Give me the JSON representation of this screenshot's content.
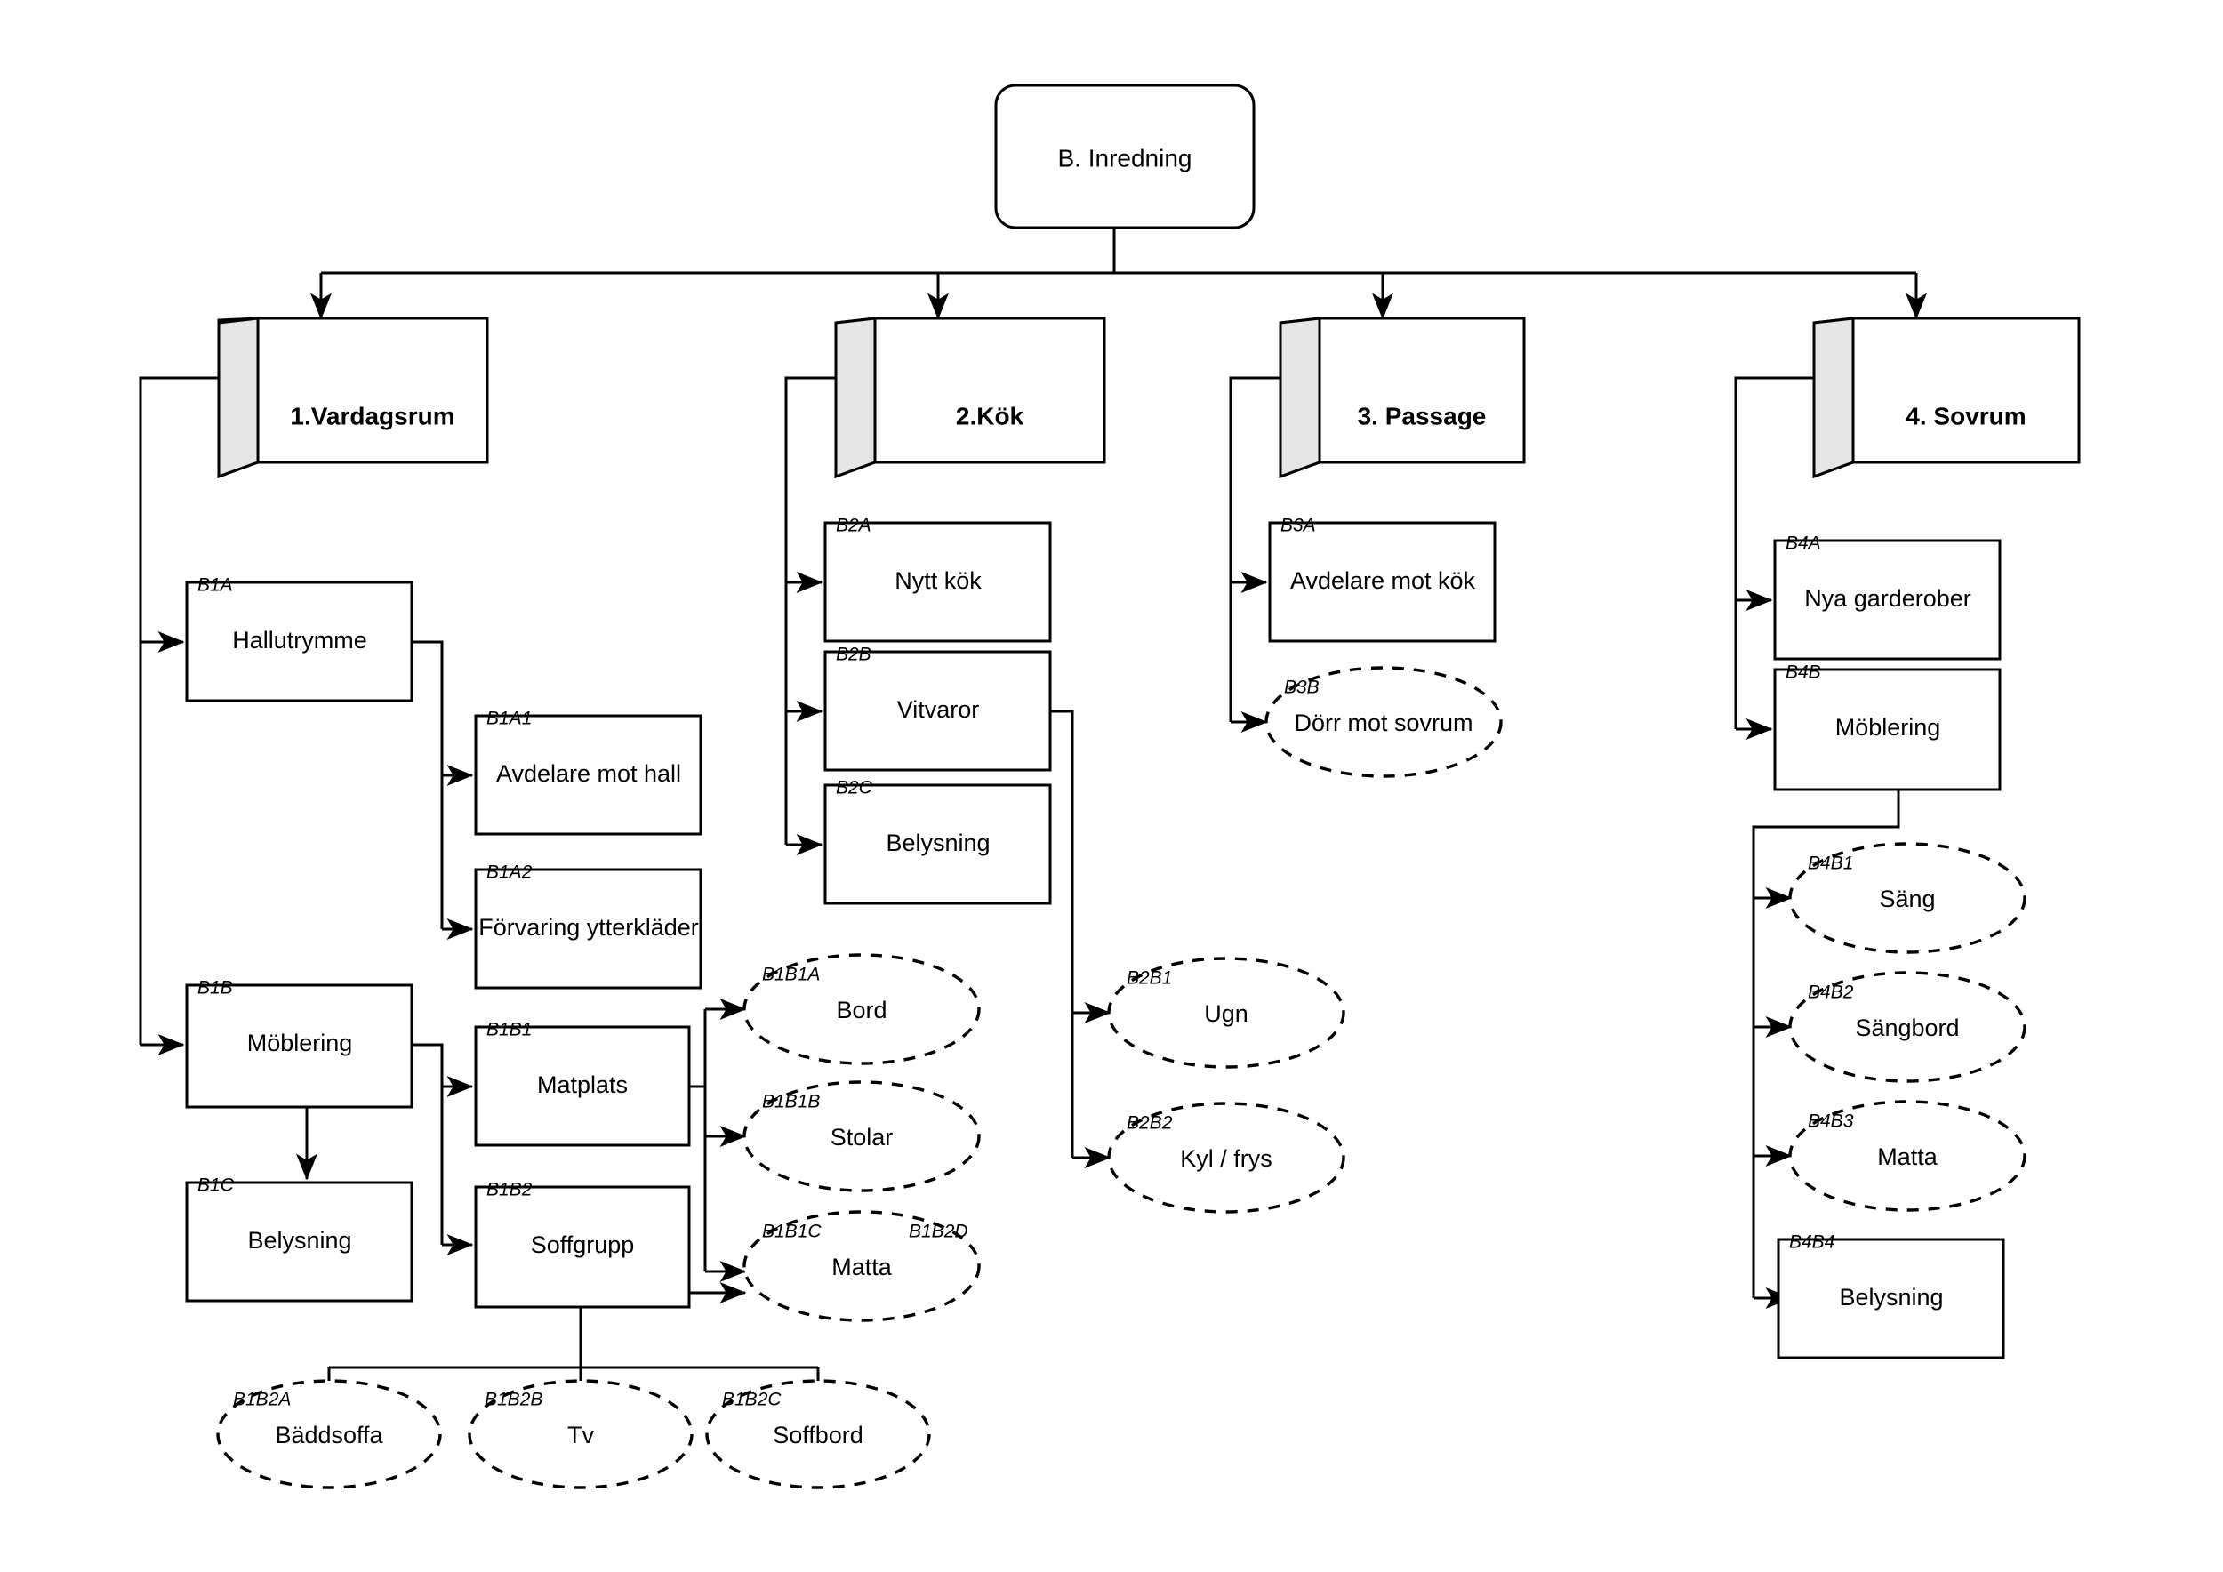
{
  "diagram": {
    "title": "B. Inredning",
    "root": {
      "id": "B",
      "label": "B. Inredning",
      "shape": "rounded-rect"
    },
    "level1": [
      {
        "id": "B1",
        "label": "1.Vardagsrum",
        "shape": "cube"
      },
      {
        "id": "B2",
        "label": "2.Kök",
        "shape": "cube"
      },
      {
        "id": "B3",
        "label": "3. Passage",
        "shape": "cube"
      },
      {
        "id": "B4",
        "label": "4. Sovrum",
        "shape": "cube"
      }
    ],
    "nodes": [
      {
        "code": "B1A",
        "label": "Hallutrymme",
        "shape": "rect"
      },
      {
        "code": "B1A1",
        "label": "Avdelare mot hall",
        "shape": "rect"
      },
      {
        "code": "B1A2",
        "label": "Förvaring ytterkläder",
        "shape": "rect"
      },
      {
        "code": "B1B",
        "label": "Möblering",
        "shape": "rect"
      },
      {
        "code": "B1C",
        "label": "Belysning",
        "shape": "rect"
      },
      {
        "code": "B1B1",
        "label": "Matplats",
        "shape": "rect"
      },
      {
        "code": "B1B2",
        "label": "Soffgrupp",
        "shape": "rect"
      },
      {
        "code": "B1B1A",
        "label": "Bord",
        "shape": "ellipse"
      },
      {
        "code": "B1B1B",
        "label": "Stolar",
        "shape": "ellipse"
      },
      {
        "code": "B1B1C",
        "label": "Matta",
        "shape": "ellipse",
        "code2": "B1B2D"
      },
      {
        "code": "B1B2A",
        "label": "Bäddsoffa",
        "shape": "ellipse"
      },
      {
        "code": "B1B2B",
        "label": "Tv",
        "shape": "ellipse"
      },
      {
        "code": "B1B2C",
        "label": "Soffbord",
        "shape": "ellipse"
      },
      {
        "code": "B2A",
        "label": "Nytt kök",
        "shape": "rect"
      },
      {
        "code": "B2B",
        "label": "Vitvaror",
        "shape": "rect"
      },
      {
        "code": "B2C",
        "label": "Belysning",
        "shape": "rect"
      },
      {
        "code": "B2B1",
        "label": "Ugn",
        "shape": "ellipse"
      },
      {
        "code": "B2B2",
        "label": "Kyl / frys",
        "shape": "ellipse"
      },
      {
        "code": "B3A",
        "label": "Avdelare mot kök",
        "shape": "rect"
      },
      {
        "code": "B3B",
        "label": "Dörr mot sovrum",
        "shape": "ellipse"
      },
      {
        "code": "B4A",
        "label": "Nya garderober",
        "shape": "rect"
      },
      {
        "code": "B4B",
        "label": "Möblering",
        "shape": "rect"
      },
      {
        "code": "B4B1",
        "label": "Säng",
        "shape": "ellipse"
      },
      {
        "code": "B4B2",
        "label": "Sängbord",
        "shape": "ellipse"
      },
      {
        "code": "B4B3",
        "label": "Matta",
        "shape": "ellipse"
      },
      {
        "code": "B4B4",
        "label": "Belysning",
        "shape": "rect"
      }
    ],
    "colors": {
      "stroke": "#000000",
      "fill": "#ffffff",
      "cube_top": "#f0f0f0",
      "cube_side": "#e6e6e6",
      "background": "#ffffff"
    }
  }
}
